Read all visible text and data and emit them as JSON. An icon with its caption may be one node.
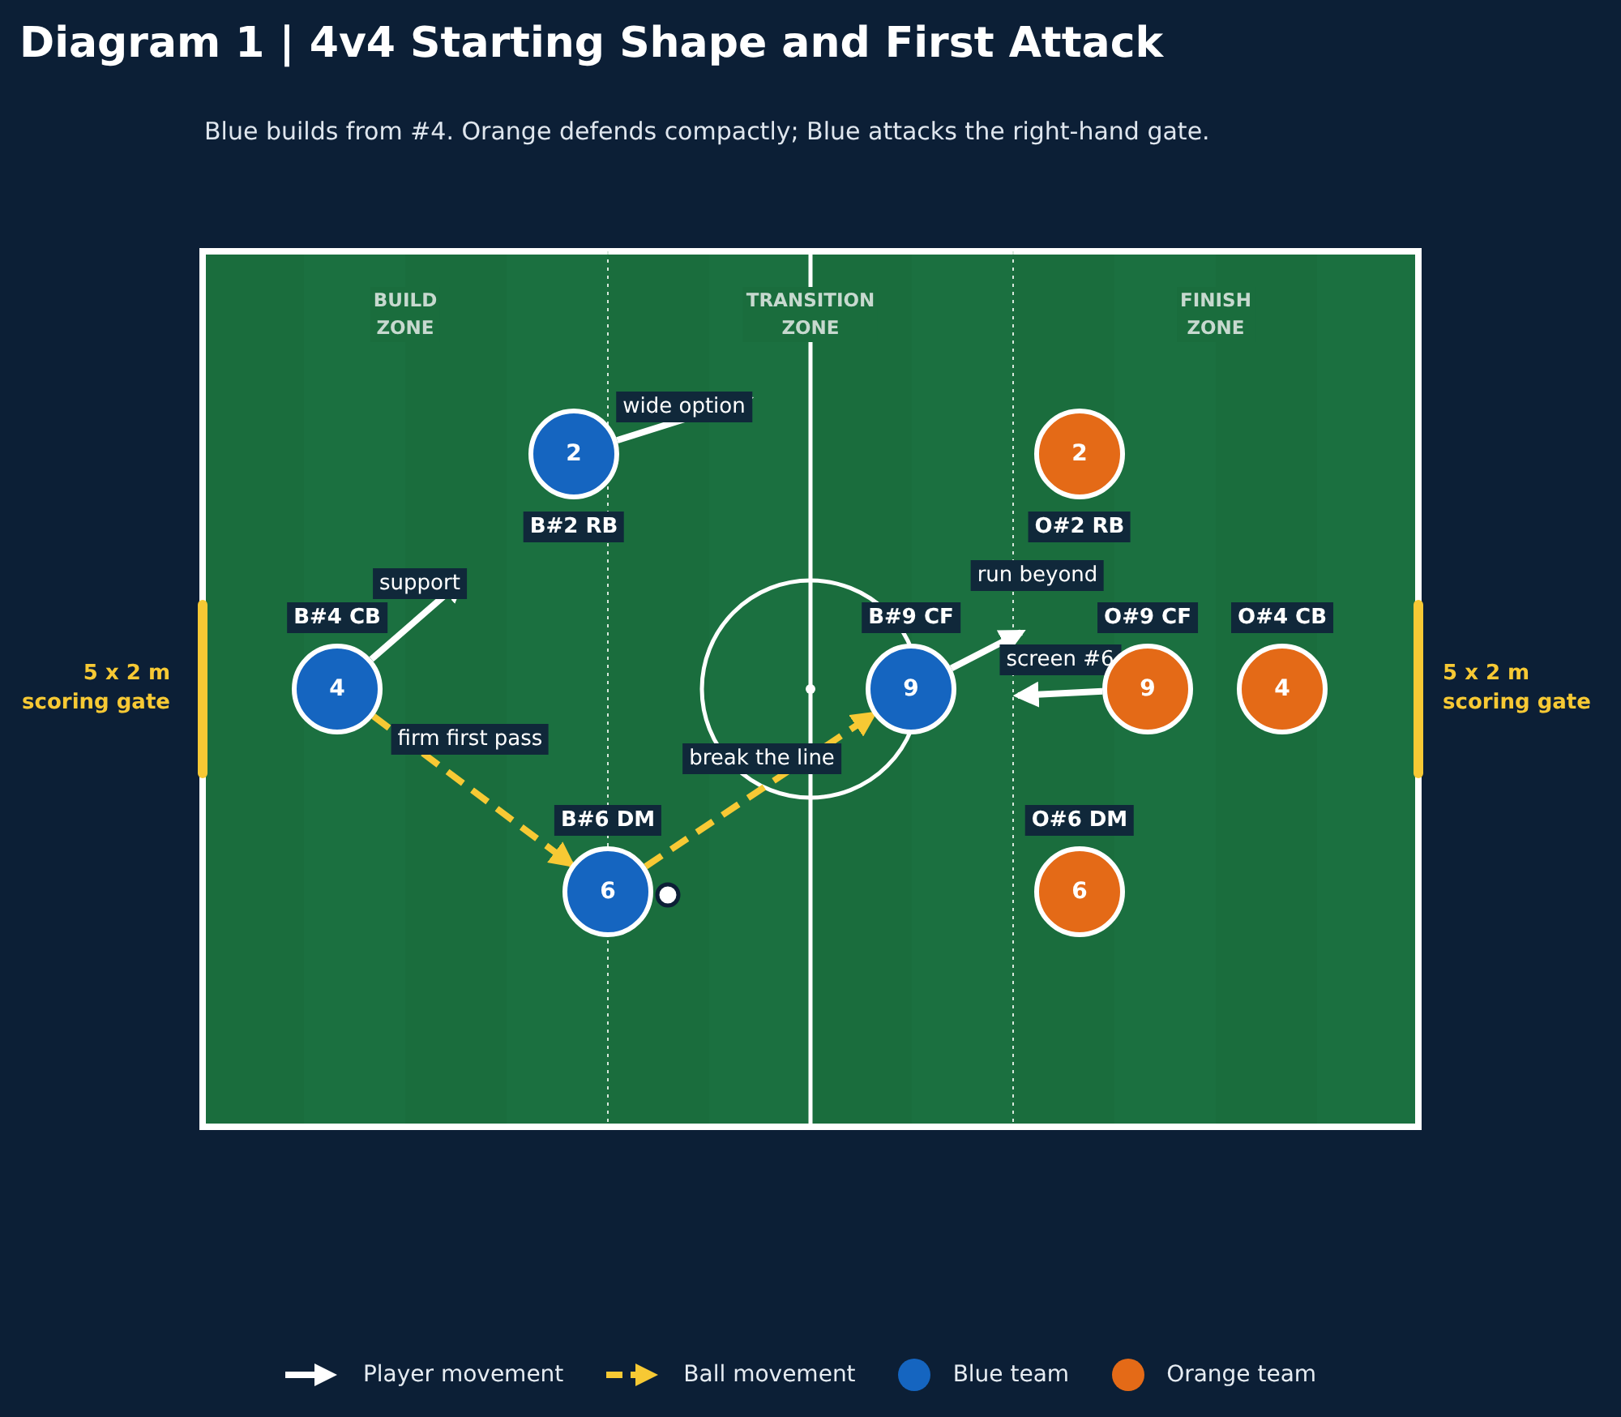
{
  "diagram": {
    "title": "Diagram 1 | 4v4 Starting Shape and First Attack",
    "caption": "Blue builds from #4. Orange defends compactly; Blue attacks the right-hand gate.",
    "nodes": [
      {
        "text": [
          "2"
        ],
        "beside": [
          "B#2 RB"
        ]
      },
      {
        "text": [
          "2"
        ],
        "beside": [
          "O#2 RB"
        ]
      },
      {
        "text": [
          "4"
        ],
        "beside": [
          "B#4 CB"
        ]
      },
      {
        "text": [
          "9"
        ],
        "beside": [
          "B#9 CF"
        ]
      },
      {
        "text": [
          "9"
        ],
        "beside": [
          "O#9 CF"
        ]
      },
      {
        "text": [
          "4"
        ],
        "beside": [
          "O#4 CB"
        ]
      },
      {
        "text": [
          "6"
        ],
        "beside": [
          "B#6 DM"
        ]
      },
      {
        "text": [
          "6"
        ],
        "beside": [
          "O#6 DM"
        ]
      }
    ],
    "edges": [
      {
        "from": 0,
        "to": null,
        "arrow": "to",
        "label": "wide option"
      },
      {
        "from": 2,
        "to": null,
        "arrow": "to",
        "label": "support"
      },
      {
        "from": 3,
        "to": null,
        "arrow": "to",
        "label": "run beyond"
      },
      {
        "from": 4,
        "to": null,
        "arrow": "to",
        "label": "screen #6"
      },
      {
        "from": 2,
        "to": 6,
        "arrow": "to",
        "label": "firm first pass",
        "style": "dashed",
        "color": "#f7c934"
      },
      {
        "from": 6,
        "to": 3,
        "arrow": "to",
        "label": "break the line",
        "style": "dashed",
        "color": "#f7c934"
      }
    ],
    "labels": [
      "BUILD ZONE",
      "TRANSITION ZONE",
      "FINISH ZONE",
      "5 x 2 m scoring gate",
      "5 x 2 m scoring gate"
    ],
    "legend": [
      {
        "text": "Player movement"
      },
      {
        "text": "Ball movement"
      },
      {
        "text": "Blue team",
        "color": "#1565c0"
      },
      {
        "text": "Orange team",
        "color": "#e46a17"
      }
    ]
  }
}
